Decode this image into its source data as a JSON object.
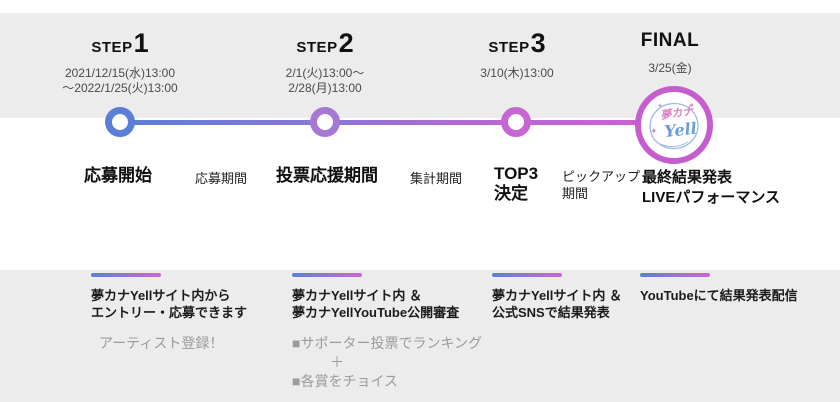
{
  "colors": {
    "accent_blue": "#5b7fd6",
    "accent_purple": "#a578d6",
    "accent_magenta": "#c666d2",
    "accent_pink": "#cb5fd4",
    "band_gray": "#ececec",
    "note_gray": "#9b9b9b"
  },
  "steps": [
    {
      "prefix": "STEP",
      "number": "1",
      "dates": [
        "2021/12/15(水)13:00",
        "～2022/1/25(火)13:00"
      ]
    },
    {
      "prefix": "STEP",
      "number": "2",
      "dates": [
        "2/1(火)13:00～",
        "2/28(月)13:00"
      ]
    },
    {
      "prefix": "STEP",
      "number": "3",
      "dates": [
        "3/10(木)13:00"
      ]
    },
    {
      "prefix": "FINAL",
      "number": "",
      "dates": [
        "3/25(金)"
      ]
    }
  ],
  "phases": [
    {
      "line1": "応募開始"
    },
    {
      "line1": "応募期間"
    },
    {
      "line1": "投票応援期間"
    },
    {
      "line1": "集計期間"
    },
    {
      "line1": "TOP3",
      "line2": "決定"
    },
    {
      "line1": "ピックアップ",
      "line2": "期間"
    },
    {
      "line1": "最終結果発表",
      "line2": "LIVEパフォーマンス"
    }
  ],
  "details": [
    {
      "bold1": "夢カナYellサイト内から",
      "bold2": "エントリー・応募できます",
      "note1": "アーティスト登録！"
    },
    {
      "bold1": "夢カナYellサイト内 ＆",
      "bold2": "夢カナYellYouTube公開審査",
      "note1": "■サポーター投票でランキング",
      "note2": "＋",
      "note3": "■各賞をチョイス"
    },
    {
      "bold1": "夢カナYellサイト内 ＆",
      "bold2": "公式SNSで結果発表"
    },
    {
      "bold1": "YouTubeにて結果発表配信"
    }
  ],
  "logo": {
    "top": "夢カナ",
    "bottom": "Yell",
    "star": "✦"
  }
}
